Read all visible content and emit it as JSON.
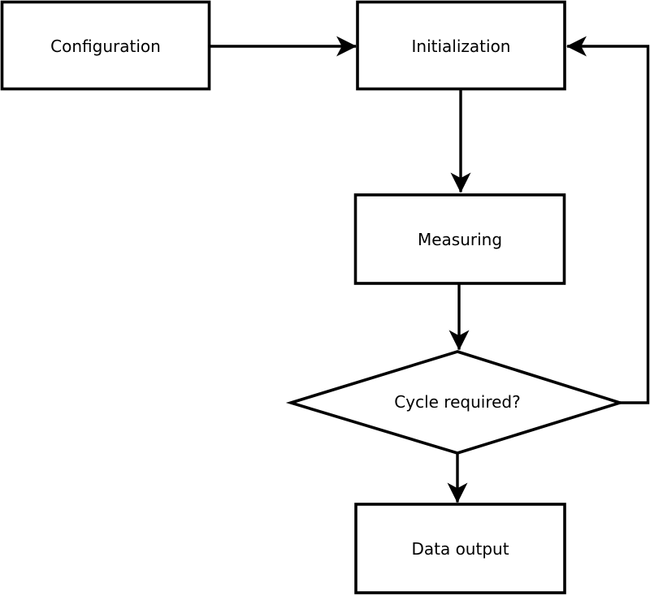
{
  "diagram": {
    "type": "flowchart",
    "background_color": "#ffffff",
    "stroke_color": "#000000",
    "node_fill_color": "#ffffff",
    "nodes": [
      {
        "id": "configuration",
        "shape": "rectangle",
        "label": "Configuration"
      },
      {
        "id": "initialization",
        "shape": "rectangle",
        "label": "Initialization"
      },
      {
        "id": "measuring",
        "shape": "rectangle",
        "label": "Measuring"
      },
      {
        "id": "cycle-required",
        "shape": "diamond",
        "label": "Cycle required?"
      },
      {
        "id": "data-output",
        "shape": "rectangle",
        "label": "Data output"
      }
    ],
    "edges": [
      {
        "from": "configuration",
        "to": "initialization",
        "style": "arrow-right"
      },
      {
        "from": "initialization",
        "to": "measuring",
        "style": "arrow-down"
      },
      {
        "from": "measuring",
        "to": "cycle-required",
        "style": "arrow-down"
      },
      {
        "from": "cycle-required",
        "to": "data-output",
        "style": "arrow-down"
      },
      {
        "from": "cycle-required",
        "to": "initialization",
        "style": "feedback-loop-right"
      }
    ]
  }
}
